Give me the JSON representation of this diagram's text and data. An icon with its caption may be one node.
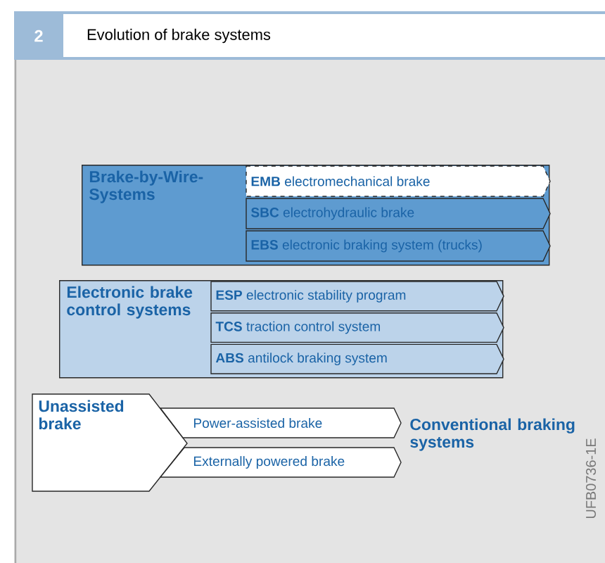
{
  "diagram": {
    "title": "Evolution of brake systems",
    "nodes": [
      {
        "text": [
          "Brake-by-Wire-Systems"
        ]
      },
      {
        "text": [
          "**EMB** electromechanical brake"
        ],
        "in": 0
      },
      {
        "text": [
          "**SBC** electrohydraulic brake"
        ],
        "in": 0
      },
      {
        "text": [
          "**EBS** electronic braking system (trucks)"
        ],
        "in": 0
      },
      {
        "text": [
          "Electronic brake control systems"
        ]
      },
      {
        "text": [
          "**ESP** electronic stability program"
        ],
        "in": 4
      },
      {
        "text": [
          "**TCS** traction control system"
        ],
        "in": 4
      },
      {
        "text": [
          "**ABS** antilock braking system"
        ],
        "in": 4
      },
      {
        "text": [
          "Unassisted brake"
        ]
      },
      {
        "text": [
          "Power-assisted brake"
        ]
      },
      {
        "text": [
          "Externally powered brake"
        ]
      }
    ],
    "labels": [
      "2",
      "Conventional braking systems",
      "UFB0736-1E"
    ]
  }
}
